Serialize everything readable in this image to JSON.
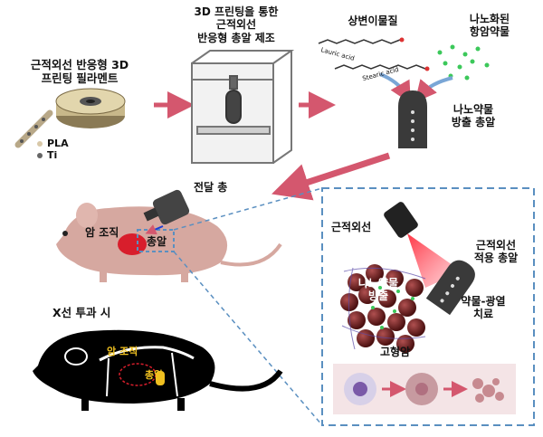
{
  "labels": {
    "filament": "근적외선 반응형 3D\n프린팅 필라멘트",
    "pla": "PLA",
    "ti": "Ti",
    "printing": "3D 프린팅을 통한\n근적외선\n반응형 총알 제조",
    "pcm": "상변이물질",
    "lauric": "Lauric acid",
    "stearic": "Stearic acid",
    "nanodrug": "나노화된\n항암약물",
    "release_bullet": "나노약물\n방출 총알",
    "gun": "전달 총",
    "cancer": "암 조직",
    "bullet": "총알",
    "xray": "X선 투과 시",
    "xray_cancer": "암 조직",
    "xray_bullet": "총알",
    "nir": "근적외선",
    "nir_bullet": "근적외선\n적용 총알",
    "release": "나노약물\n방출",
    "therapy": "약물-광열\n치료",
    "tumor": "고형암"
  },
  "colors": {
    "arrow": "#d4576e",
    "inset_border": "#5a8fc0",
    "tumor_cell": "#6e1f1f",
    "laser": "#e8313f",
    "nanodrug": "#3cc85a",
    "mouse": "#d6a8a0"
  },
  "icons": {
    "filament": "filament-spool-icon",
    "printer": "3d-printer-icon",
    "bullet": "bullet-icon",
    "gun": "delivery-gun-icon",
    "laser": "nir-laser-icon",
    "mouse": "mouse-icon",
    "xray_mouse": "xray-mouse-icon"
  }
}
